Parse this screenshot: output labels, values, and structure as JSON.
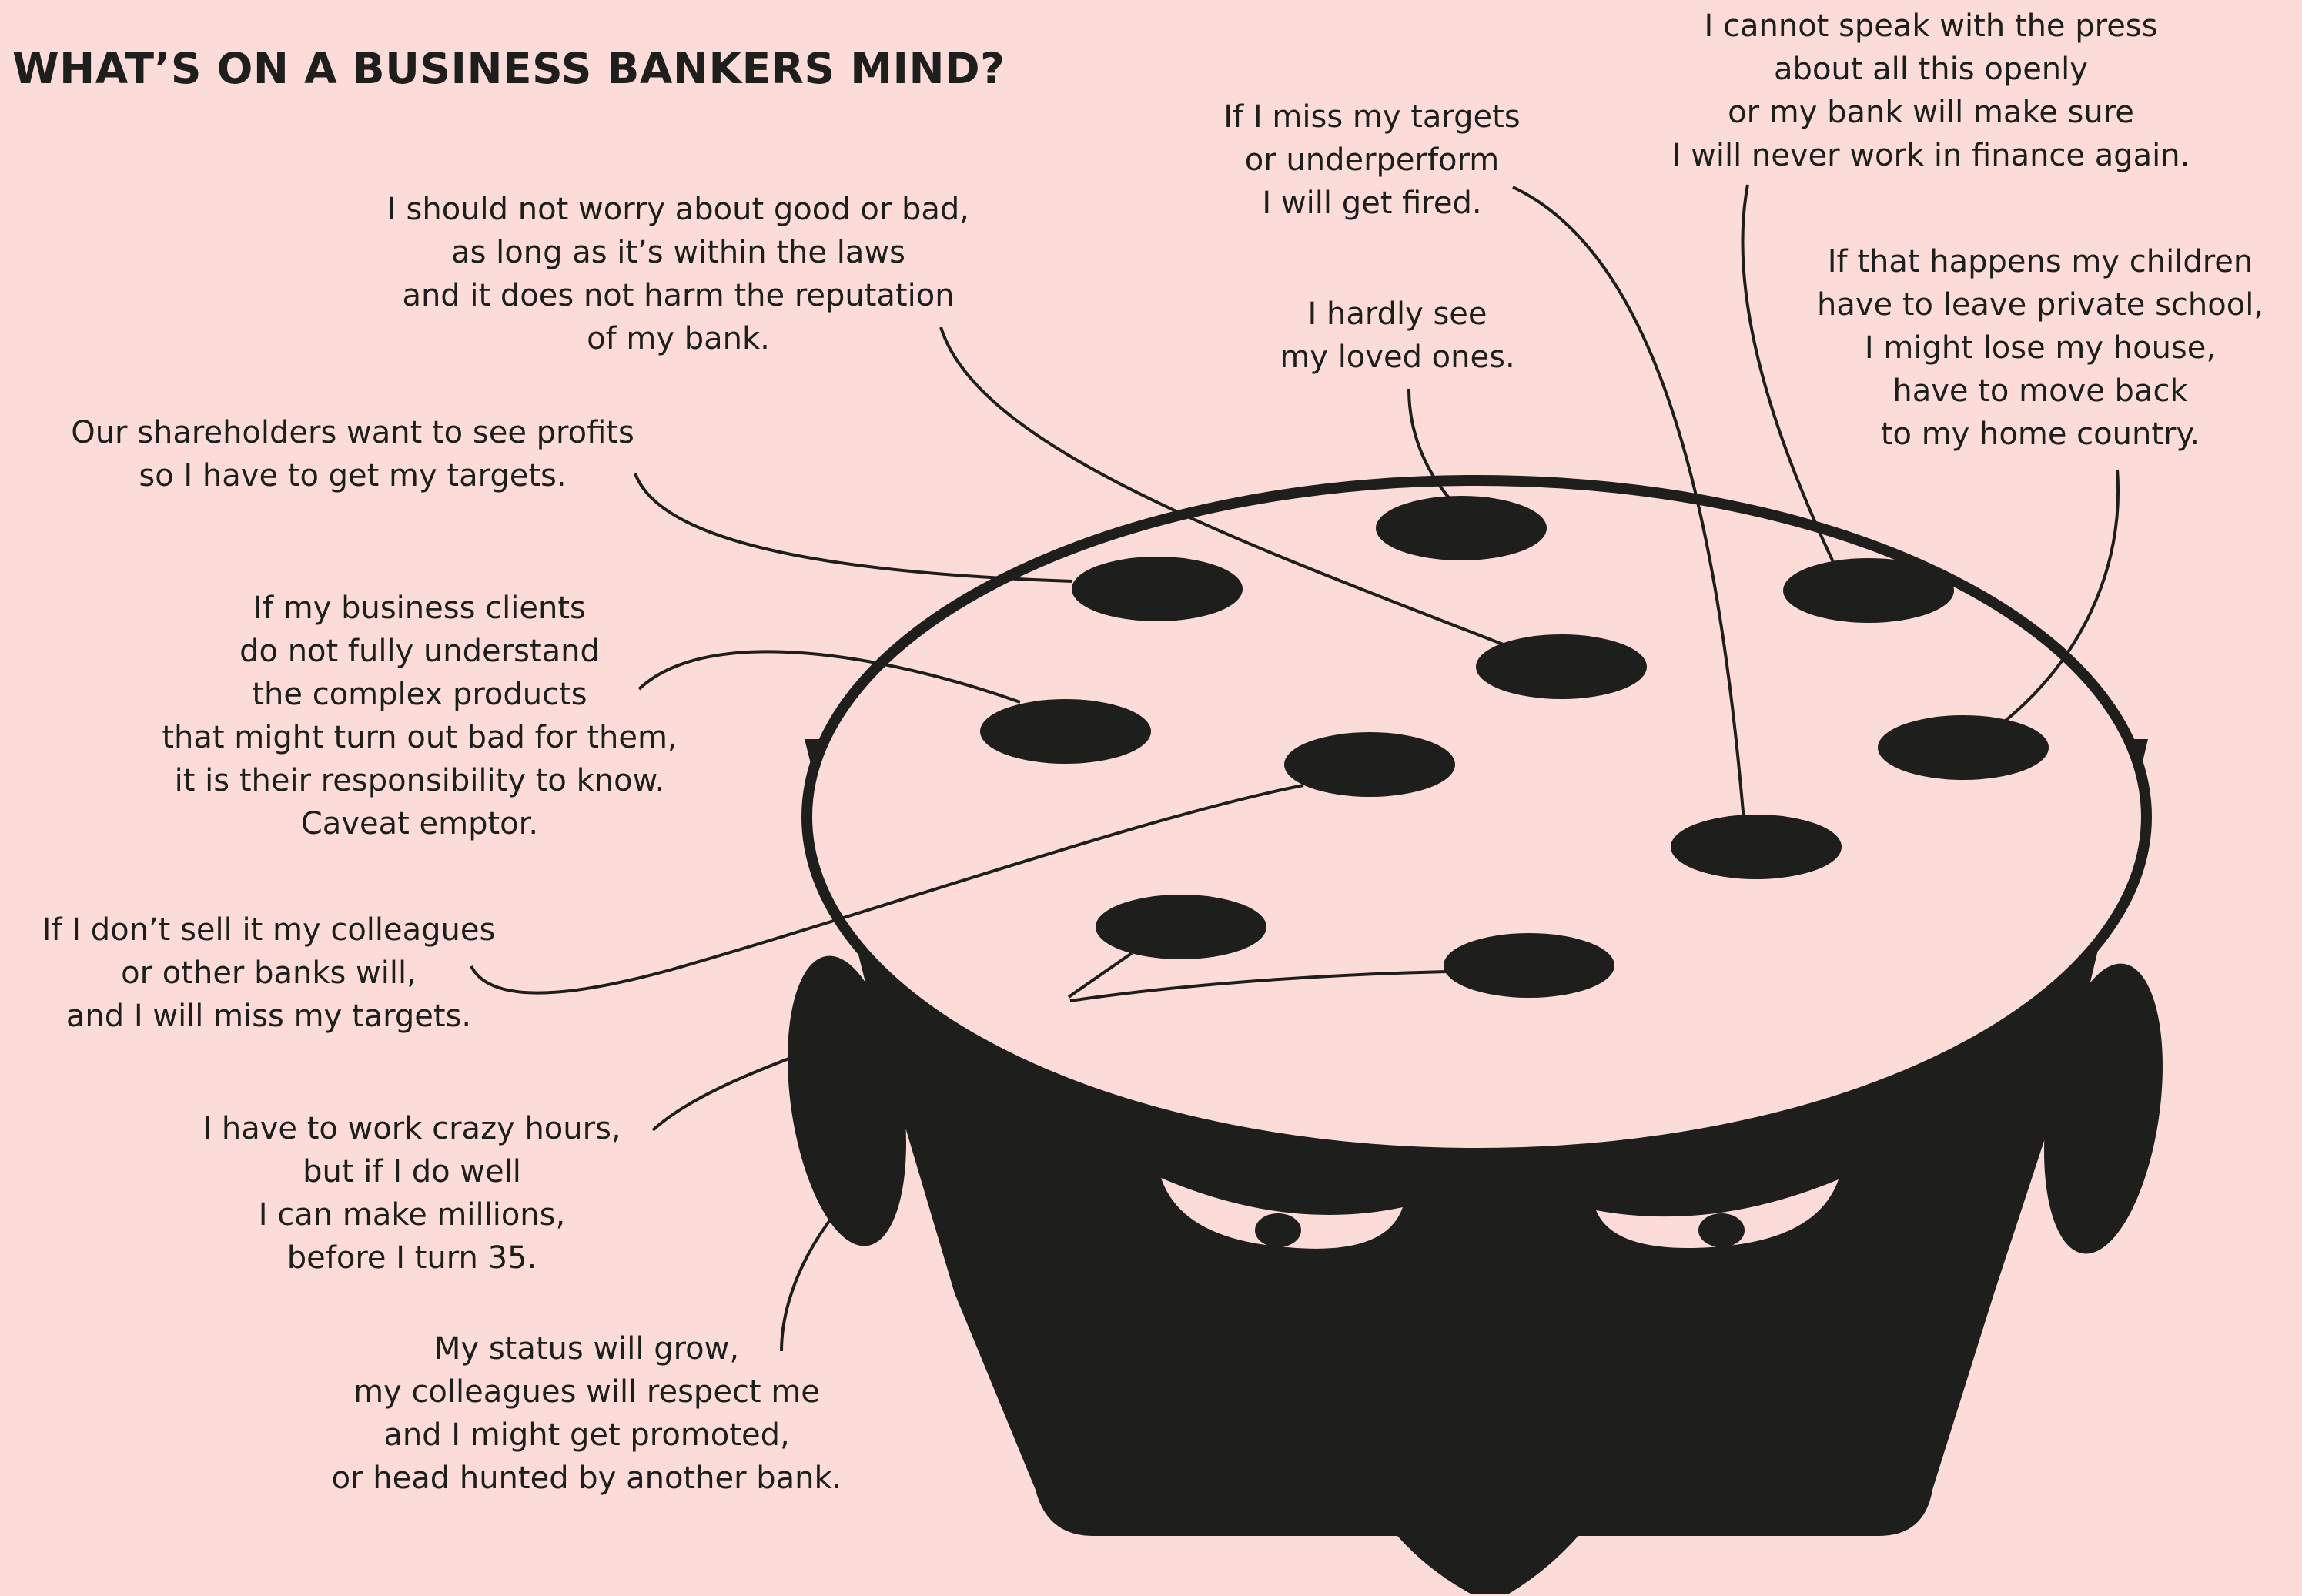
{
  "title": "WHAT’S ON A BUSINESS BANKERS MIND?",
  "colors": {
    "background": "#fcdcd8",
    "ink": "#1e1e1c",
    "head_top": "#fcdcd8"
  },
  "thoughts": [
    {
      "id": "press",
      "lines": [
        "I cannot speak with the press",
        "about all this openly",
        "or my bank will make sure",
        "I will never work in finance again."
      ]
    },
    {
      "id": "targets-fired",
      "lines": [
        "If I miss my targets",
        "or underperform",
        "I will get fired."
      ]
    },
    {
      "id": "good-bad",
      "lines": [
        "I should not worry about good or bad,",
        "as long as it’s within the laws",
        "and it does not harm the reputation",
        "of my bank."
      ]
    },
    {
      "id": "loved-ones",
      "lines": [
        "I hardly see",
        "my loved ones."
      ]
    },
    {
      "id": "children",
      "lines": [
        "If that happens my children",
        "have to leave private school,",
        "I might lose my house,",
        "have to move back",
        "to my home country."
      ]
    },
    {
      "id": "shareholders",
      "lines": [
        "Our shareholders want to see profits",
        "so I have to get my targets."
      ]
    },
    {
      "id": "clients",
      "lines": [
        "If my business clients",
        "do not fully understand",
        "the complex products",
        "that might turn out bad for them,",
        "it is their responsibility to know.",
        "Caveat emptor."
      ]
    },
    {
      "id": "colleagues",
      "lines": [
        "If I don’t sell it my colleagues",
        "or other banks will,",
        "and I will miss my targets."
      ]
    },
    {
      "id": "crazy-hours",
      "lines": [
        "I have to work crazy hours,",
        "but if I do well",
        "I can make millions,",
        "before I turn 35."
      ]
    },
    {
      "id": "status",
      "lines": [
        "My status will grow,",
        "my colleagues will respect me",
        "and I might get promoted,",
        "or head hunted by another bank."
      ]
    }
  ]
}
